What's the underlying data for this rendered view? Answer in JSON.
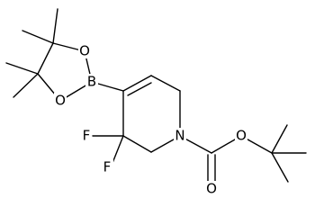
{
  "structure": {
    "type": "chemical-structure",
    "atoms": {
      "o_ring_top": "O",
      "o_ring_bottom": "O",
      "boron": "B",
      "fluorine_1": "F",
      "fluorine_2": "F",
      "nitrogen": "N",
      "o_ester": "O",
      "o_carbonyl": "O"
    },
    "colors": {
      "line": "#000000",
      "background": "#ffffff"
    }
  }
}
